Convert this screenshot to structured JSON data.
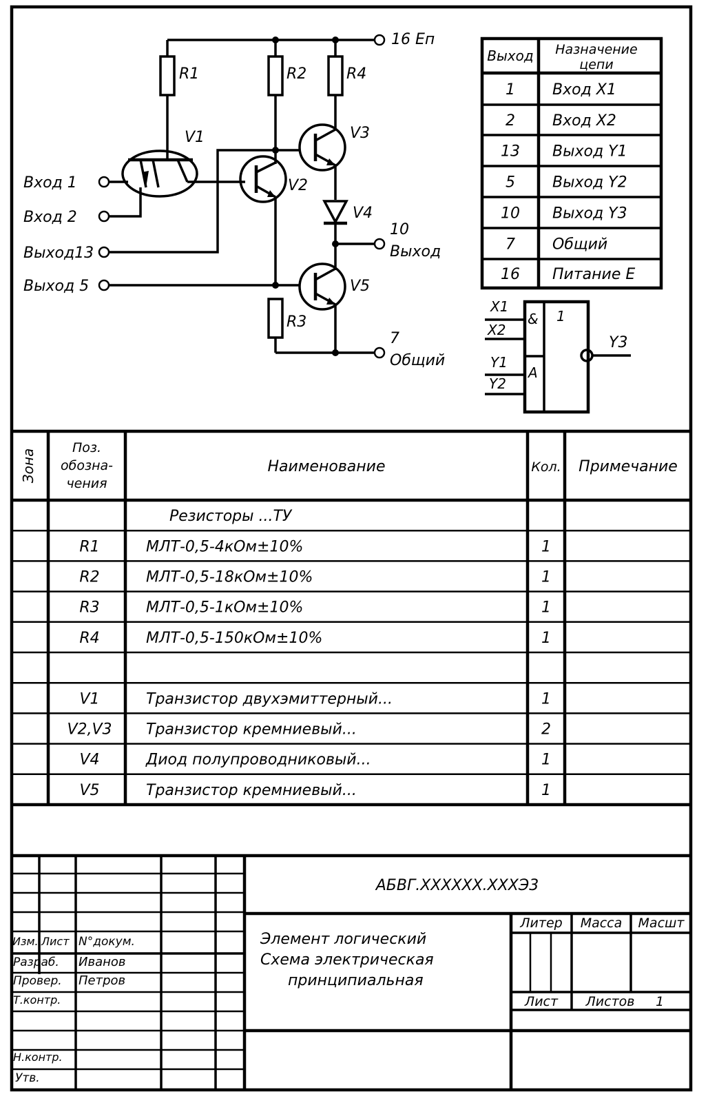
{
  "schematic": {
    "labels": {
      "r1": "R1",
      "r2": "R2",
      "r3": "R3",
      "r4": "R4",
      "v1": "V1",
      "v2": "V2",
      "v3": "V3",
      "v4": "V4",
      "v5": "V5",
      "power": "16 Еп",
      "in1": "Вход 1",
      "in2": "Вход 2",
      "out13": "Выход13",
      "out5": "Выход 5",
      "out10_num": "10",
      "out10_name": "Выход",
      "gnd_num": "7",
      "gnd_name": "Общий"
    }
  },
  "pin_table": {
    "headers": {
      "pin": "Выход",
      "purpose_line1": "Назначение",
      "purpose_line2": "цепи"
    },
    "rows": [
      {
        "pin": "1",
        "purpose": "Вход X1"
      },
      {
        "pin": "2",
        "purpose": "Вход X2"
      },
      {
        "pin": "13",
        "purpose": "Выход Y1"
      },
      {
        "pin": "5",
        "purpose": "Выход Y2"
      },
      {
        "pin": "10",
        "purpose": "Выход Y3"
      },
      {
        "pin": "7",
        "purpose": "Общий"
      },
      {
        "pin": "16",
        "purpose": "Питание E"
      }
    ]
  },
  "logic_symbol": {
    "in_x1": "X1",
    "in_x2": "X2",
    "in_y1": "Y1",
    "in_y2": "Y2",
    "and_label": "&",
    "a_label": "A",
    "func_label": "1",
    "output": "Y3"
  },
  "bom": {
    "headers": {
      "zone": "Зона",
      "pos1": "Поз.",
      "pos2": "обозна-",
      "pos3": "чения",
      "name": "Наименование",
      "qty": "Кол.",
      "note": "Примечание"
    },
    "rows": [
      {
        "pos": "",
        "name": "Резисторы ...ТУ",
        "qty": ""
      },
      {
        "pos": "R1",
        "name": "МЛТ-0,5-4кОм±10%",
        "qty": "1"
      },
      {
        "pos": "R2",
        "name": "МЛТ-0,5-18кОм±10%",
        "qty": "1"
      },
      {
        "pos": "R3",
        "name": "МЛТ-0,5-1кОм±10%",
        "qty": "1"
      },
      {
        "pos": "R4",
        "name": "МЛТ-0,5-150кОм±10%",
        "qty": "1"
      },
      {
        "pos": "",
        "name": "",
        "qty": ""
      },
      {
        "pos": "V1",
        "name": "Транзистор двухэмиттерный...",
        "qty": "1"
      },
      {
        "pos": "V2,V3",
        "name": "Транзистор кремниевый...",
        "qty": "2"
      },
      {
        "pos": "V4",
        "name": "Диод полупроводниковый...",
        "qty": "1"
      },
      {
        "pos": "V5",
        "name": "Транзистор кремниевый...",
        "qty": "1"
      }
    ]
  },
  "title_block": {
    "designation": "АБВГ.XXXXXX.XXXЭ3",
    "title1": "Элемент логический",
    "title2": "Схема электрическая",
    "title3": "принципиальная",
    "col_izm": "Изм.",
    "col_list": "Лист",
    "col_doc": "N°докум.",
    "role_razrab": "Разраб.",
    "name_razrab": "Иванов",
    "role_prover": "Провер.",
    "name_prover": "Петров",
    "role_tkontr": "Т.контр.",
    "role_nkontr": "Н.контр.",
    "role_utv": "Утв.",
    "liter": "Литер",
    "massa": "Масса",
    "masht": "Масшт",
    "sheet": "Лист",
    "sheets": "Листов",
    "sheets_count": "1"
  }
}
